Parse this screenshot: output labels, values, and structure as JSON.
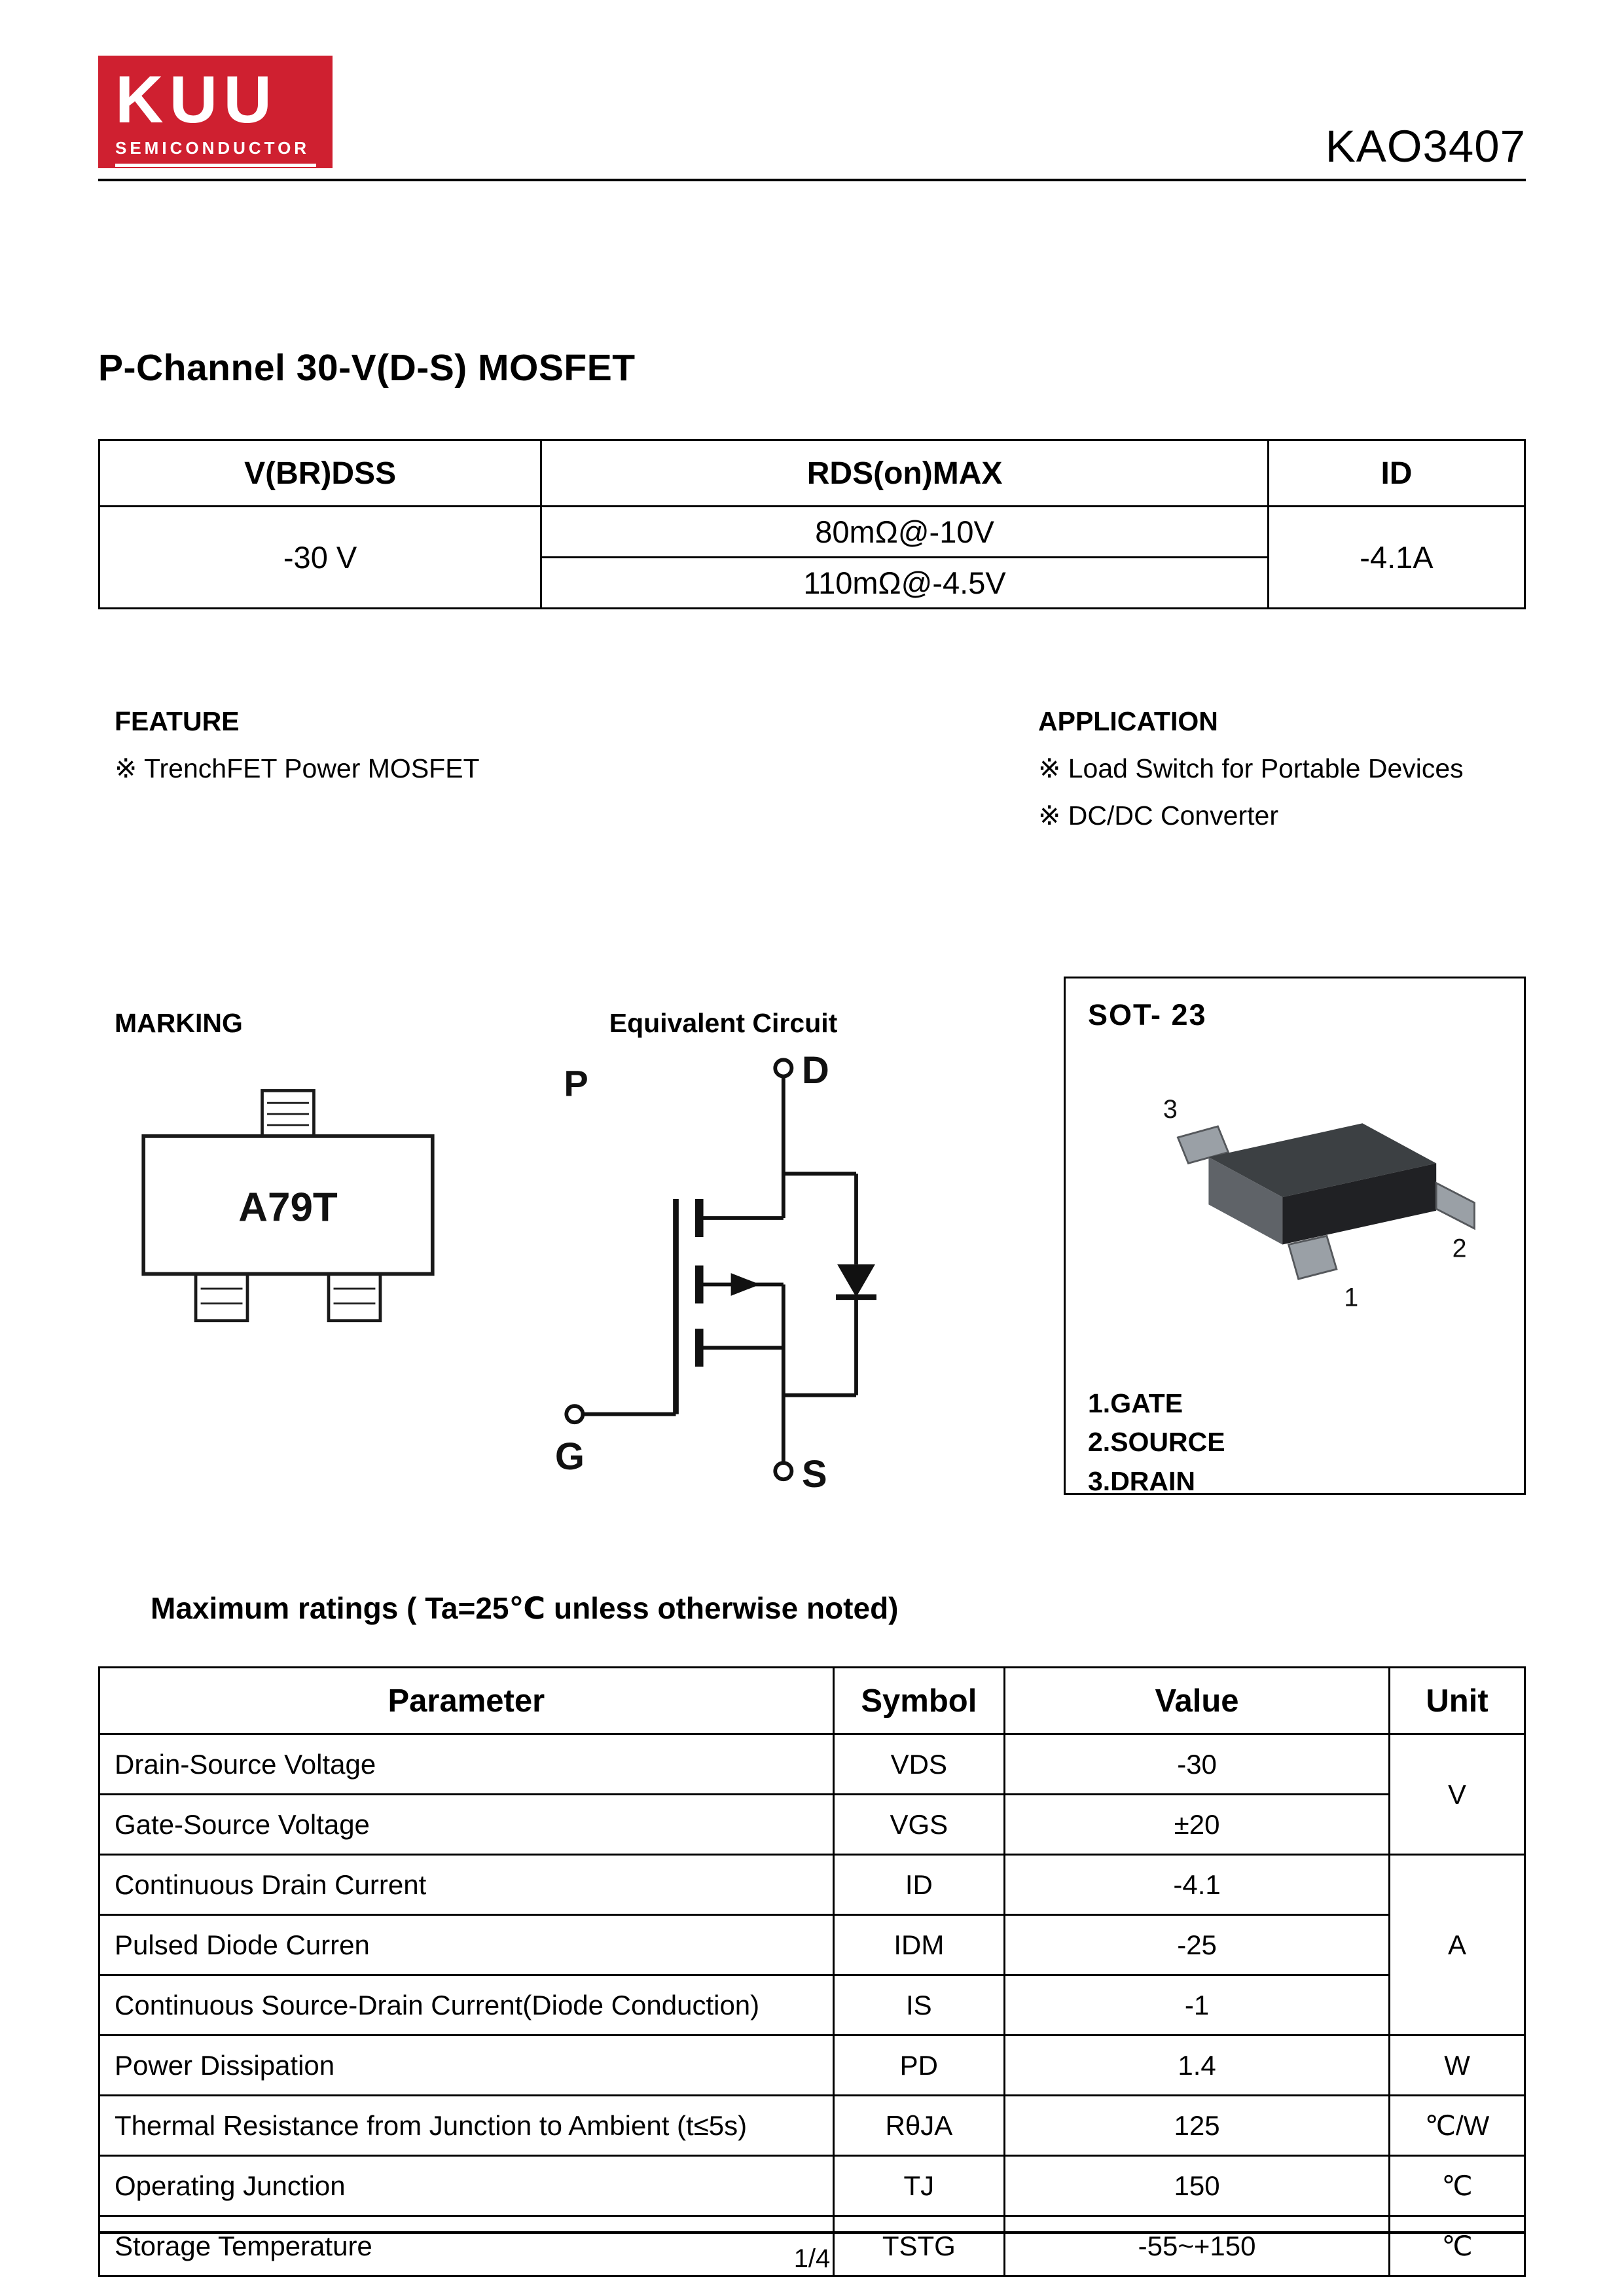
{
  "header": {
    "logo_text": "KUU",
    "logo_subtext": "SEMICONDUCTOR",
    "part_number": "KAO3407"
  },
  "title": "P-Channel 30-V(D-S) MOSFET",
  "summary_table": {
    "headers": [
      "V(BR)DSS",
      "RDS(on)MAX",
      "ID"
    ],
    "vbrdss": "-30 V",
    "rds_rows": [
      "80mΩ@-10V",
      "110mΩ@-4.5V"
    ],
    "id_value": "-4.1A"
  },
  "feature": {
    "heading": "FEATURE",
    "items": [
      "※ TrenchFET Power MOSFET"
    ]
  },
  "application": {
    "heading": "APPLICATION",
    "items": [
      "※ Load Switch for Portable Devices",
      "※ DC/DC Converter"
    ]
  },
  "marking": {
    "heading": "MARKING",
    "code": "A79T"
  },
  "equivalent_circuit": {
    "heading": "Equivalent Circuit",
    "label_p": "P",
    "label_d": "D",
    "label_g": "G",
    "label_s": "S"
  },
  "package": {
    "heading": "SOT- 23",
    "pin_3": "3",
    "pin_2": "2",
    "pin_1": "1",
    "pin_names": [
      "1.GATE",
      "2.SOURCE",
      "3.DRAIN"
    ]
  },
  "max_ratings": {
    "heading": "Maximum ratings ( Ta=25℃ unless otherwise noted)",
    "headers": [
      "Parameter",
      "Symbol",
      "Value",
      "Unit"
    ],
    "rows": [
      {
        "parameter": "Drain-Source Voltage",
        "symbol": "VDS",
        "value": "-30",
        "unit": "V"
      },
      {
        "parameter": "Gate-Source Voltage",
        "symbol": "VGS",
        "value": "±20",
        "unit": ""
      },
      {
        "parameter": "Continuous Drain Current",
        "symbol": "ID",
        "value": "-4.1",
        "unit": "A"
      },
      {
        "parameter": "Pulsed Diode Curren",
        "symbol": "IDM",
        "value": "-25",
        "unit": ""
      },
      {
        "parameter": "Continuous Source-Drain Current(Diode Conduction)",
        "symbol": "IS",
        "value": "-1",
        "unit": ""
      },
      {
        "parameter": "Power Dissipation",
        "symbol": "PD",
        "value": "1.4",
        "unit": "W"
      },
      {
        "parameter": "Thermal Resistance from Junction to Ambient (t≤5s)",
        "symbol": "RθJA",
        "value": "125",
        "unit": "℃/W"
      },
      {
        "parameter": "Operating Junction",
        "symbol": "TJ",
        "value": "150",
        "unit": "℃"
      },
      {
        "parameter": "Storage Temperature",
        "symbol": "TSTG",
        "value": "-55~+150",
        "unit": "℃"
      }
    ]
  },
  "footer": {
    "page": "1/4"
  },
  "colors": {
    "logo_red": "#cf2030",
    "rule_black": "#000000"
  }
}
